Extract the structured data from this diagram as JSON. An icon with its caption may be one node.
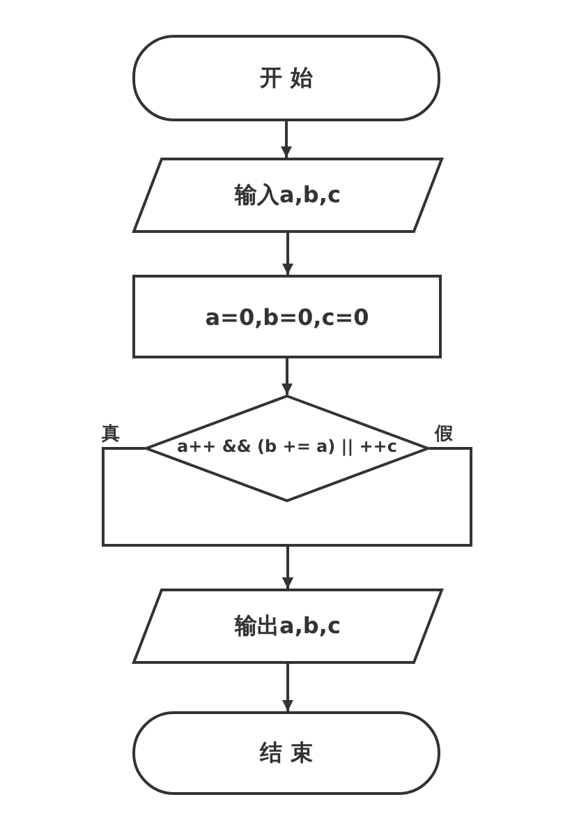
{
  "diagram": {
    "nodes": [
      {
        "text": [
          "开 始"
        ]
      },
      {
        "text": [
          "输入a,b,c"
        ]
      },
      {
        "text": [
          "a=0,b=0,c=0"
        ]
      },
      {
        "text": [
          "a++ && (b += a) || ++c"
        ]
      },
      {
        "text": [
          "输出a,b,c"
        ]
      },
      {
        "text": [
          "结 束"
        ]
      }
    ],
    "edges": [
      {
        "from": 0,
        "to": 1,
        "arrow": "to"
      },
      {
        "from": 1,
        "to": 2,
        "arrow": "to"
      },
      {
        "from": 2,
        "to": 3,
        "arrow": "to"
      },
      {
        "from": 3,
        "to": 4,
        "arrow": "to",
        "label": "真"
      },
      {
        "from": 3,
        "to": 4,
        "arrow": "to",
        "label": "假"
      },
      {
        "from": 4,
        "to": 5,
        "arrow": "to"
      }
    ]
  }
}
